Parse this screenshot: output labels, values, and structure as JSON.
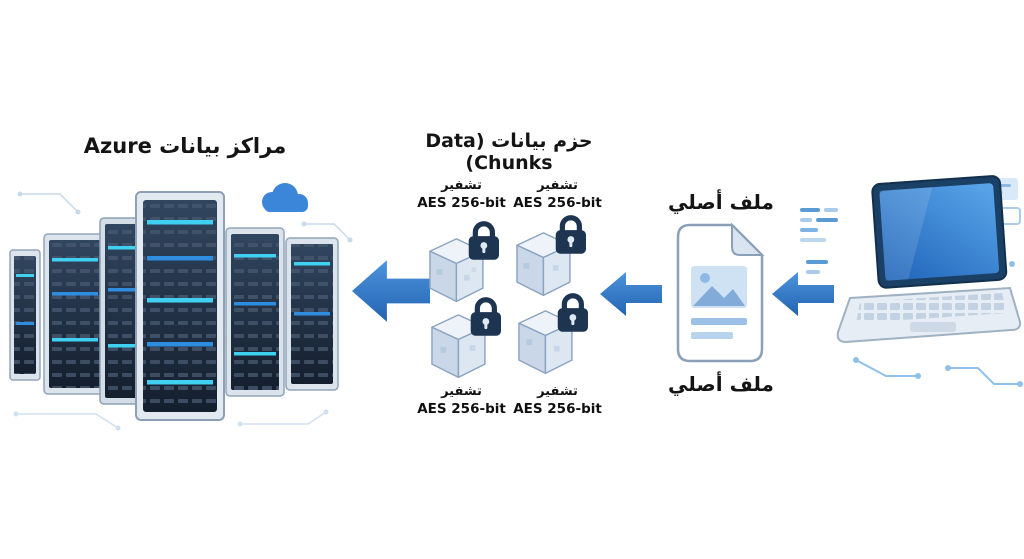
{
  "titles": {
    "azure": "مراكز بيانات Azure",
    "chunks": "حزم بيانات (Data Chunks)"
  },
  "file": {
    "label_top": "ملف أصلي",
    "label_bottom": "ملف أصلي"
  },
  "chunks": [
    {
      "line1": "تشفير",
      "line2": "AES 256-bit"
    },
    {
      "line1": "تشفير",
      "line2": "AES 256-bit"
    },
    {
      "line1": "تشفير",
      "line2": "AES 256-bit"
    },
    {
      "line1": "تشفير",
      "line2": "AES 256-bit"
    }
  ],
  "icons": {
    "laptop": "laptop-icon",
    "document": "document-icon",
    "cube": "encrypted-cube-icon",
    "padlock": "padlock-icon",
    "server_rack": "server-rack-icon",
    "cloud": "cloud-icon",
    "arrow": "arrow-left-icon"
  },
  "colors": {
    "arrow_blue": "#2e6fc0",
    "screen_blue": "#2f86e0",
    "padlock_navy": "#1d3550",
    "server_panel": "#1d2b3f",
    "accent_cyan": "#3fd0f2",
    "text": "#141414"
  }
}
